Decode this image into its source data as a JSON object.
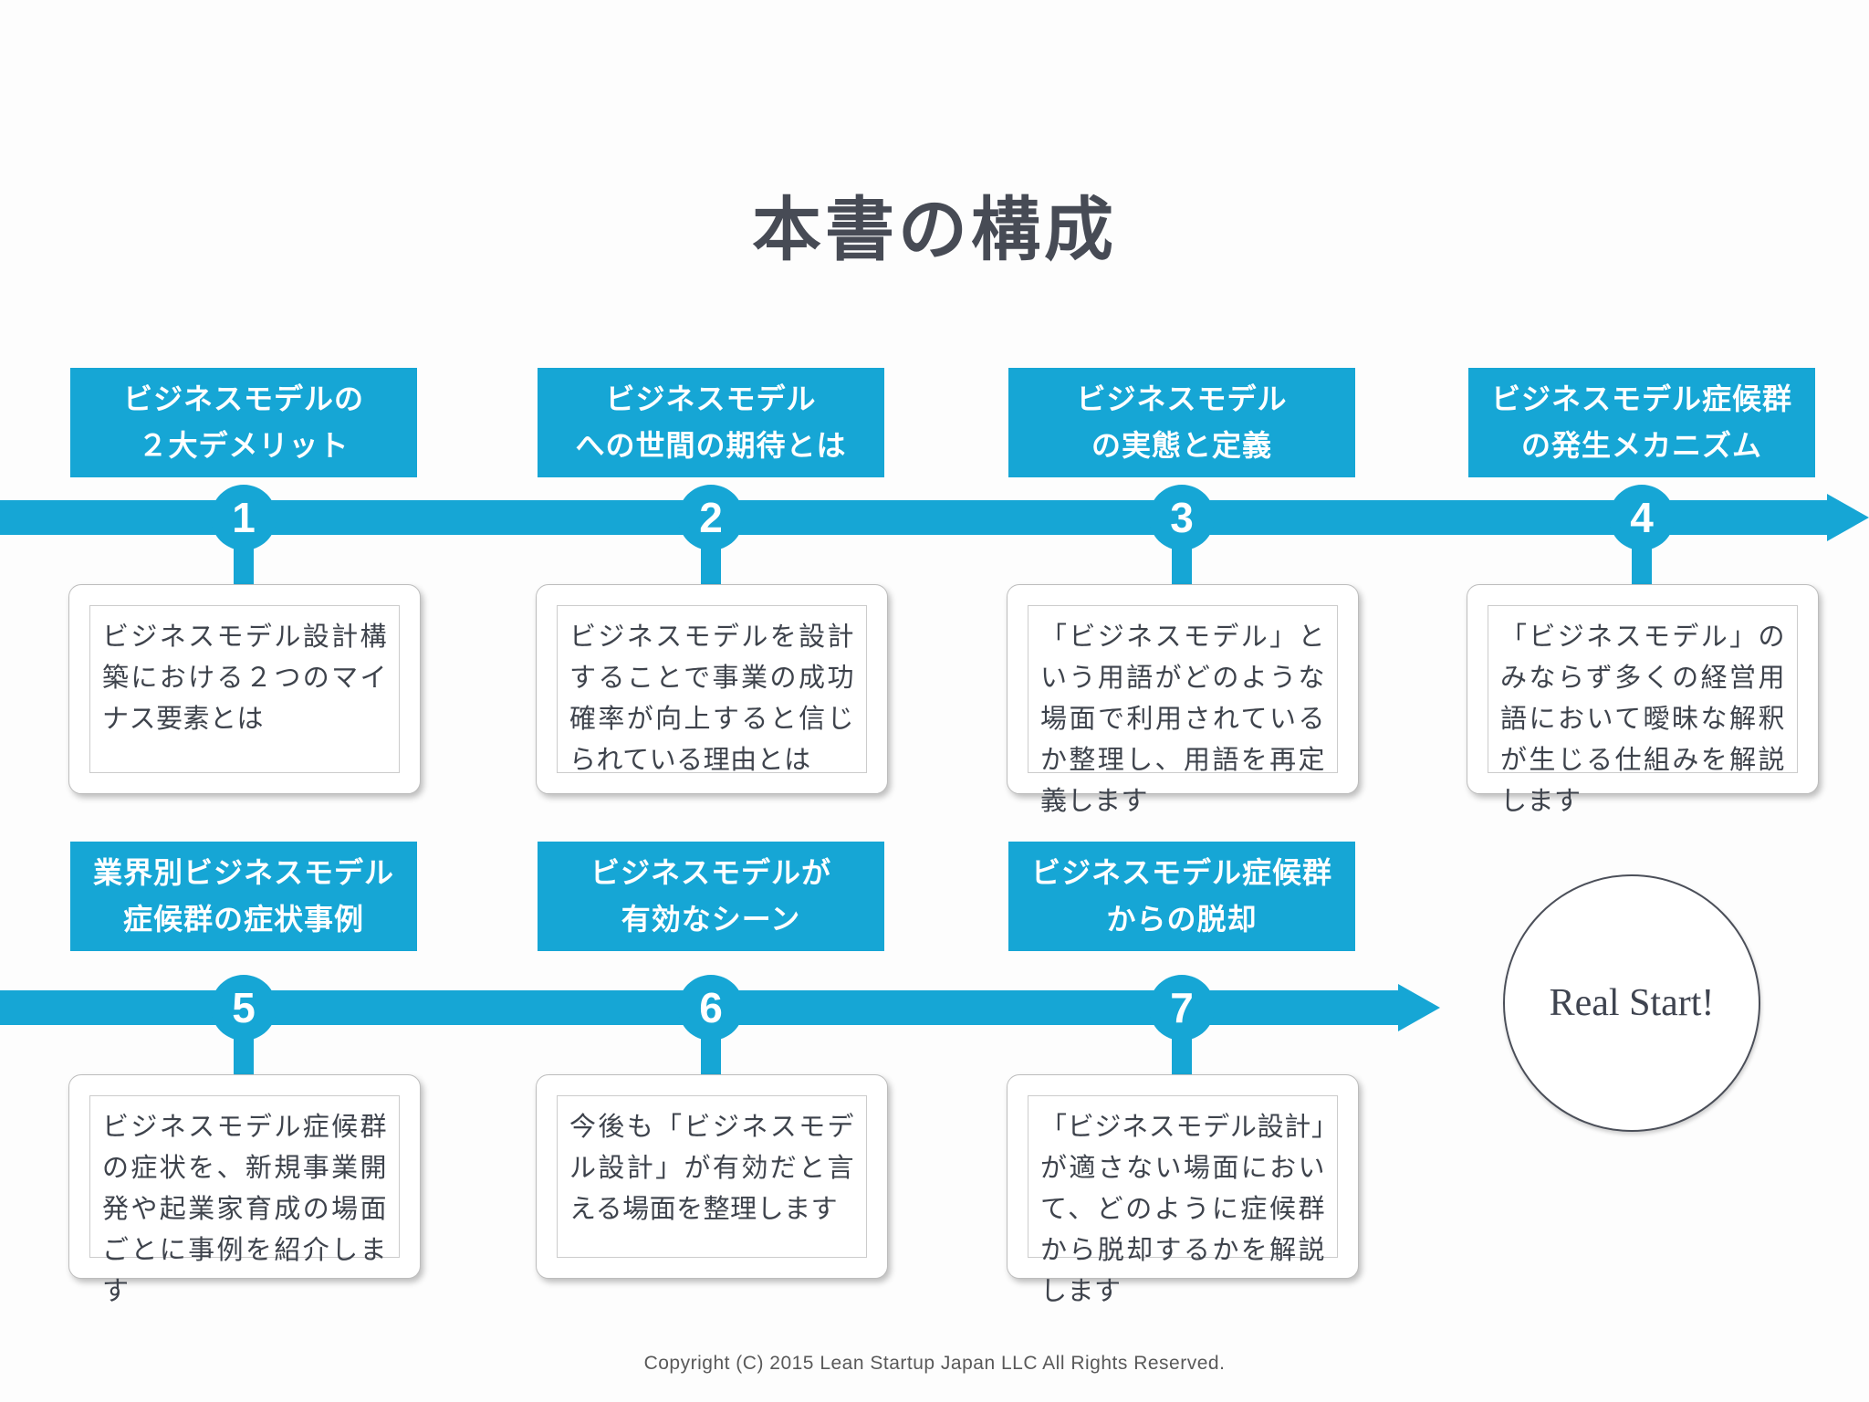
{
  "title": "本書の構成",
  "chapters": [
    {
      "num": "1",
      "header_line1": "ビジネスモデルの",
      "header_line2": "２大デメリット",
      "desc": "ビジネスモデル設計構築における２つのマイナス要素とは"
    },
    {
      "num": "2",
      "header_line1": "ビジネスモデル",
      "header_line2": "への世間の期待とは",
      "desc": "ビジネスモデルを設計することで事業の成功確率が向上すると信じられている理由とは"
    },
    {
      "num": "3",
      "header_line1": "ビジネスモデル",
      "header_line2": "の実態と定義",
      "desc": "「ビジネスモデル」という用語がどのような場面で利用されているか整理し、用語を再定義します"
    },
    {
      "num": "4",
      "header_line1": "ビジネスモデル症候群",
      "header_line2": "の発生メカニズム",
      "desc": "「ビジネスモデル」のみならず多くの経営用語において曖昧な解釈が生じる仕組みを解説します"
    },
    {
      "num": "5",
      "header_line1": "業界別ビジネスモデル",
      "header_line2": "症候群の症状事例",
      "desc": "ビジネスモデル症候群の症状を、新規事業開発や起業家育成の場面ごとに事例を紹介します"
    },
    {
      "num": "6",
      "header_line1": "ビジネスモデルが",
      "header_line2": "有効なシーン",
      "desc": "今後も「ビジネスモデル設計」が有効だと言える場面を整理します"
    },
    {
      "num": "7",
      "header_line1": "ビジネスモデル症候群",
      "header_line2": "からの脱却",
      "desc": "「ビジネスモデル設計」が適さない場面において、どのように症候群から脱却するかを解説します"
    }
  ],
  "goal_label": "Real Start!",
  "footer": "Copyright (C) 2015 Lean Startup Japan LLC All Rights Reserved.",
  "colors": {
    "accent": "#16a6d5",
    "title_text": "#474b55",
    "desc_text": "#3e434c"
  }
}
